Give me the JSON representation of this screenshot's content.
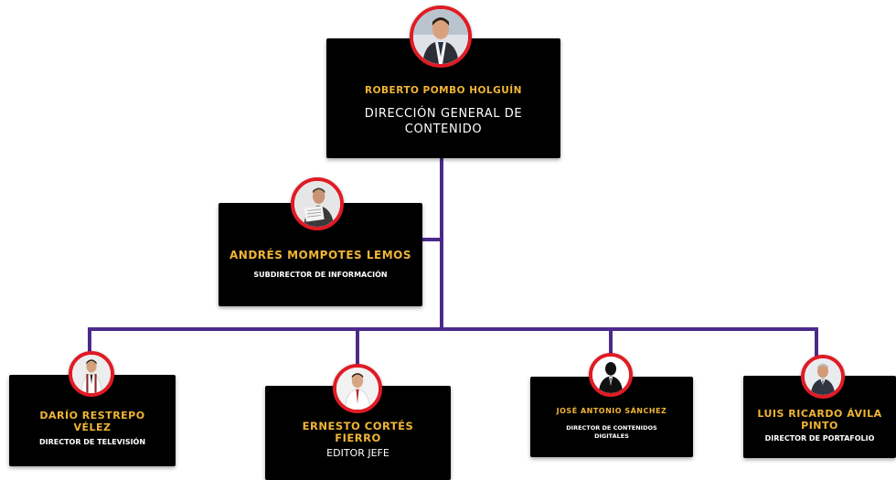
{
  "colors": {
    "connector": "#4b2a8c",
    "card_bg": "#000000",
    "name_text": "#f0b535",
    "avatar_ring": "#e01b24"
  },
  "nodes": {
    "root": {
      "name": "ROBERTO POMBO HOLGUÍN",
      "role": "DIRECCIÓN GENERAL DE CONTENIDO",
      "icon": "person-photo-icon"
    },
    "assistant": {
      "name": "ANDRÉS MOMPOTES LEMOS",
      "role": "SUBDIRECTOR DE INFORMACIÓN",
      "icon": "person-photo-icon"
    },
    "report1": {
      "name": "DARÍO RESTREPO VÉLEZ",
      "role": "DIRECTOR DE TELEVISIÓN",
      "icon": "person-photo-icon"
    },
    "report2": {
      "name": "ERNESTO CORTÉS FIERRO",
      "role": "EDITOR JEFE",
      "icon": "person-photo-icon"
    },
    "report3": {
      "name": "JOSÉ ANTONIO SÁNCHEZ",
      "role": "DIRECTOR DE CONTENIDOS DIGITALES",
      "icon": "silhouette-icon"
    },
    "report4": {
      "name": "LUIS RICARDO ÁVILA PINTO",
      "role": "DIRECTOR DE PORTAFOLIO",
      "icon": "person-photo-icon"
    }
  }
}
